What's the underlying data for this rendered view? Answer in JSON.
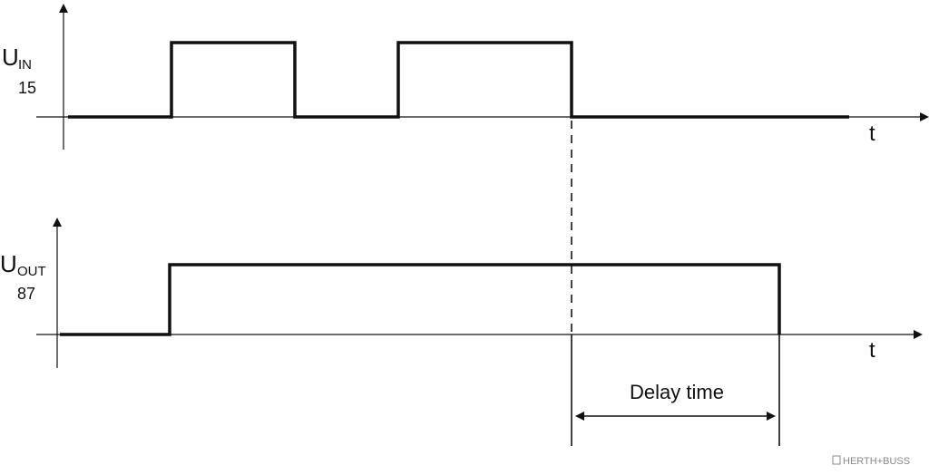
{
  "top_graph": {
    "label_main": "U",
    "label_sub": "IN",
    "label_num": "15",
    "axis_t": "t"
  },
  "bottom_graph": {
    "label_main": "U",
    "label_sub": "OUT",
    "label_num": "87",
    "axis_t": "t"
  },
  "delay_label": "Delay time",
  "watermark": "HERTH+BUSS"
}
